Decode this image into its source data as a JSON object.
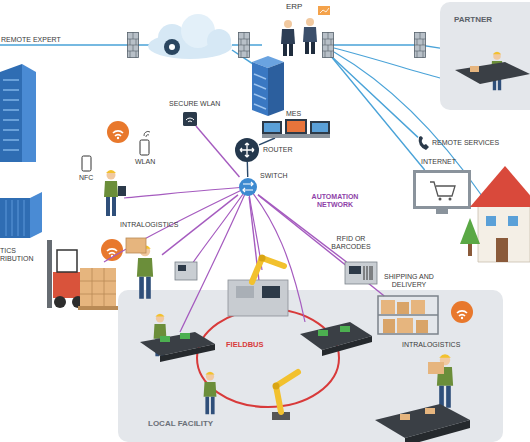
{
  "diagram": {
    "nodes": [
      {
        "text": [
          "ERP"
        ]
      },
      {
        "text": [
          "PARTNER"
        ]
      },
      {
        "text": [
          "SECURE WLAN"
        ]
      },
      {
        "text": [
          "MES"
        ]
      },
      {
        "text": [
          "ROUTER"
        ]
      },
      {
        "text": [
          "SWITCH"
        ]
      },
      {
        "text": [
          "REMOTE SERVICES"
        ]
      },
      {
        "text": [
          "INTERNET"
        ]
      },
      {
        "text": [
          "INTRALOGISTICS"
        ]
      },
      {
        "text": [
          "RFID OR BARCODES"
        ]
      },
      {
        "text": [
          "LOCAL FACILITY"
        ]
      },
      {
        "text": [
          "SHIPPING AND DELIVERY"
        ],
        "in": 10
      },
      {
        "text": [
          "INTRALOGISTICS"
        ],
        "in": 10
      },
      {
        "text": [
          "FIELDBUS"
        ],
        "in": 10
      }
    ],
    "edges": [
      {
        "from": 0,
        "to": 1,
        "arrow": "none"
      },
      {
        "from": 3,
        "to": 4,
        "arrow": "none"
      },
      {
        "from": 4,
        "to": 5,
        "arrow": "none"
      },
      {
        "from": 5,
        "to": 2,
        "arrow": "none"
      },
      {
        "from": 5,
        "to": 8,
        "arrow": "none"
      },
      {
        "from": 5,
        "to": 9,
        "arrow": "none"
      },
      {
        "from": 5,
        "to": 13,
        "arrow": "none"
      },
      {
        "from": 5,
        "to": 11,
        "arrow": "none"
      },
      {
        "from": 0,
        "to": 6,
        "arrow": "none"
      },
      {
        "from": 0,
        "to": 7,
        "arrow": "none"
      }
    ],
    "labels": [
      "REMOTE EXPERT",
      "NFC",
      "WLAN",
      "TICS RIBUTION",
      "AUTOMATION NETWORK"
    ]
  }
}
